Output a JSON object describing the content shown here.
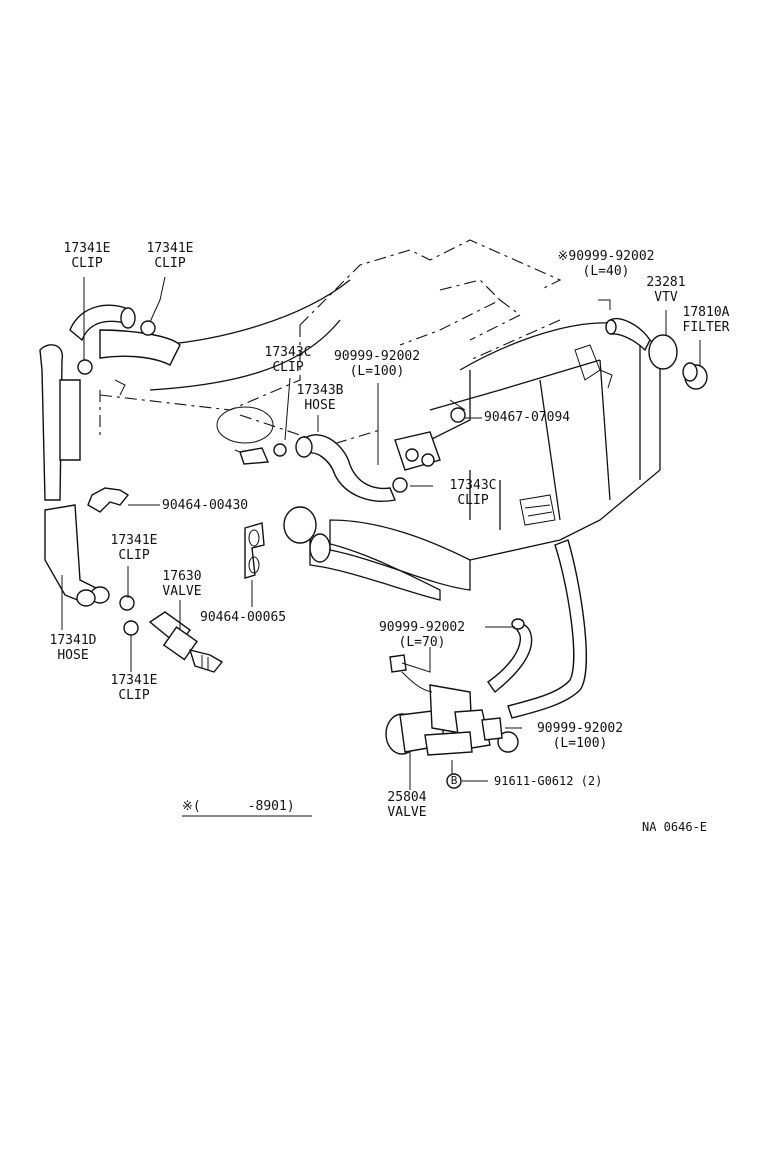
{
  "labels": {
    "clip_a_part": "17341E",
    "clip_a_name": "CLIP",
    "clip_b_part": "17341E",
    "clip_b_name": "CLIP",
    "star_hose_part": "※90999-92002",
    "star_hose_len": "(L=40)",
    "vtv_part": "23281",
    "vtv_name": "VTV",
    "filter_part": "17810A",
    "filter_name": "FILTER",
    "clip_c_part": "17343C",
    "clip_c_name": "CLIP",
    "hose_100_part": "90999-92002",
    "hose_100_len": "(L=100)",
    "hose_b_part": "17343B",
    "hose_b_name": "HOSE",
    "bolt_part": "90467-07094",
    "clip_d_part": "17343C",
    "clip_d_name": "CLIP",
    "clamp_a_part": "90464-00430",
    "clamp_b_part": "90464-00065",
    "clip_e_part": "17341E",
    "clip_e_name": "CLIP",
    "valve_a_part": "17630",
    "valve_a_name": "VALVE",
    "hose_d_part": "17341D",
    "hose_d_name": "HOSE",
    "clip_f_part": "17341E",
    "clip_f_name": "CLIP",
    "hose_70_part": "90999-92002",
    "hose_70_len": "(L=70)",
    "hose_100b_part": "90999-92002",
    "hose_100b_len": "(L=100)",
    "bolt_b_marker": "B",
    "bolt_b_part": "91611-G0612 (2)",
    "valve_b_part": "25804",
    "valve_b_name": "VALVE",
    "applicability_note": "※(      -8901)",
    "diagram_code": "NA 0646-E"
  },
  "colors": {
    "ink": "#111111",
    "paper": "#ffffff"
  }
}
